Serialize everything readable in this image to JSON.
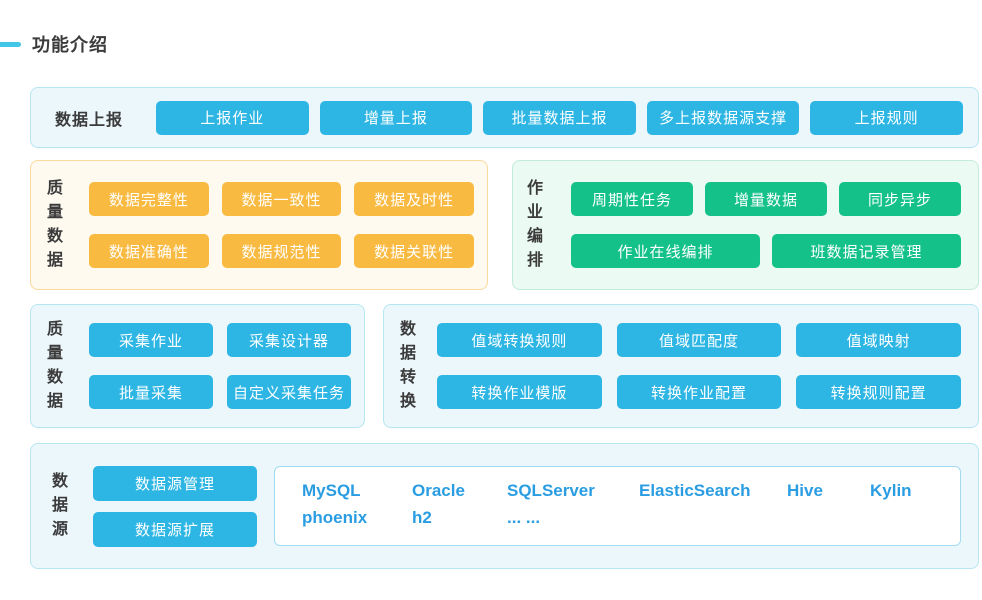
{
  "title": "功能介绍",
  "colors": {
    "accent_dash": "#41c6e8",
    "blue_button": "#2db6e4",
    "orange_button": "#f9ba41",
    "green_button": "#14c189",
    "blue_panel_bg": "#ecf7fb",
    "orange_panel_bg": "#fefaf0",
    "green_panel_bg": "#ebfaf2",
    "db_text": "#2a9de2"
  },
  "report": {
    "label": "数据上报",
    "items": [
      "上报作业",
      "增量上报",
      "批量数据上报",
      "多上报数据源支撑",
      "上报规则"
    ]
  },
  "quality": {
    "label": "质量数据",
    "row1": [
      "数据完整性",
      "数据一致性",
      "数据及时性"
    ],
    "row2": [
      "数据准确性",
      "数据规范性",
      "数据关联性"
    ]
  },
  "orchestration": {
    "label": "作业编排",
    "row1": [
      "周期性任务",
      "增量数据",
      "同步异步"
    ],
    "row2": [
      "作业在线编排",
      "班数据记录管理"
    ]
  },
  "collection": {
    "label": "质量数据",
    "row1": [
      "采集作业",
      "采集设计器"
    ],
    "row2": [
      "批量采集",
      "自定义采集任务"
    ]
  },
  "transform": {
    "label": "数据转换",
    "row1": [
      "值域转换规则",
      "值域匹配度",
      "值域映射"
    ],
    "row2": [
      "转换作业模版",
      "转换作业配置",
      "转换规则配置"
    ]
  },
  "datasource": {
    "label": "数据源",
    "buttons": [
      "数据源管理",
      "数据源扩展"
    ],
    "db_row1": [
      "MySQL",
      "Oracle",
      "SQLServer",
      "ElasticSearch",
      "Hive",
      "Kylin"
    ],
    "db_row2": [
      "phoenix",
      "h2",
      "... ..."
    ]
  }
}
